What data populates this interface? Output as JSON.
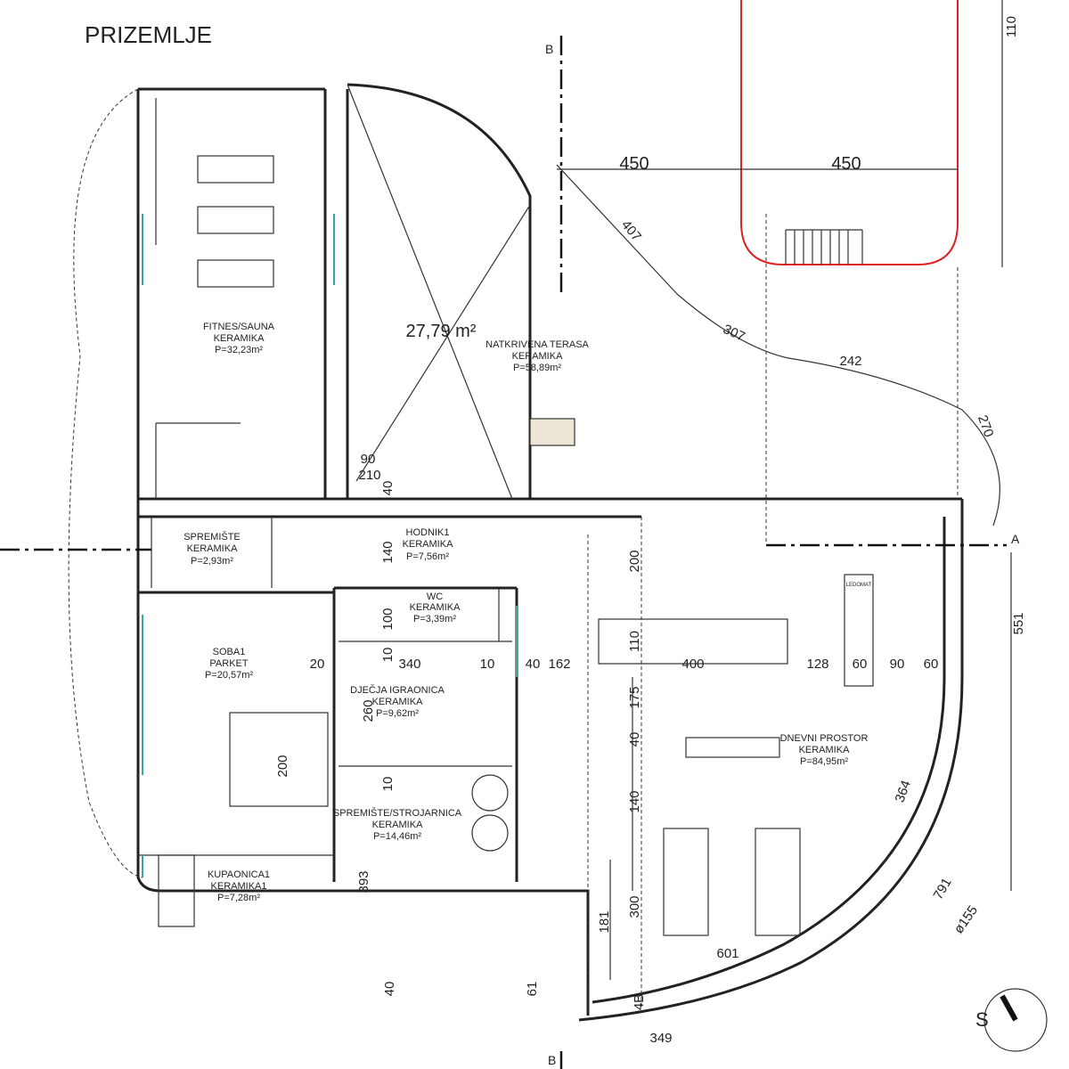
{
  "title": "PRIZEMLJE",
  "terrace_area": "27,79 m²",
  "rooms": [
    {
      "name": "FITNES/SAUNA",
      "floor": "KERAMIKA",
      "area": "P=32,23m²"
    },
    {
      "name": "NATKRIVENA TERASA",
      "floor": "KERAMIKA",
      "area": "P=58,89m²"
    },
    {
      "name": "SPREMIŠTE",
      "floor": "KERAMIKA",
      "area": "P=2,93m²"
    },
    {
      "name": "HODNIK1",
      "floor": "KERAMIKA",
      "area": "P=7,56m²"
    },
    {
      "name": "WC",
      "floor": "KERAMIKA",
      "area": "P=3,39m²"
    },
    {
      "name": "SOBA1",
      "floor": "PARKET",
      "area": "P=20,57m²"
    },
    {
      "name": "DJEČJA IGRAONICA",
      "floor": "KERAMIKA",
      "area": "P=9,62m²"
    },
    {
      "name": "SPREMIŠTE/STROJARNICA",
      "floor": "KERAMIKA",
      "area": "P=14,46m²"
    },
    {
      "name": "KUPAONICA1",
      "floor": "KERAMIKA1",
      "area": "P=7,28m²"
    },
    {
      "name": "DNEVNI PROSTOR",
      "floor": "KERAMIKA",
      "area": "P=84,95m²"
    }
  ],
  "dimensions": {
    "top_a": "450",
    "top_b": "450",
    "top_right": "110",
    "curve_1": "407",
    "curve_2": "307",
    "curve_3": "242",
    "curve_4": "270",
    "right": "551",
    "radius": "364",
    "arc": "791",
    "diameter": "ø155",
    "bottom_1": "601",
    "bottom_2": "349",
    "d90": "90",
    "d210": "210",
    "d40": "40",
    "d140": "140",
    "d20": "20",
    "d340": "340",
    "d10a": "10",
    "d10b": "10",
    "d40b": "40",
    "d162": "162",
    "d400": "400",
    "d128": "128",
    "d60a": "60",
    "d90b": "90",
    "d60b": "60",
    "d200": "200",
    "d110": "110",
    "d175": "175",
    "d40c": "40",
    "d140b": "140",
    "d300": "300",
    "d181": "181",
    "d393": "393",
    "d260": "260",
    "d10c": "10",
    "d200bed": "200",
    "d100": "100",
    "d61": "61",
    "d4b": "4B",
    "d40d": "40"
  },
  "labels": {
    "ledomat": "LEDOMAT",
    "section_a": "A",
    "section_b_top": "B",
    "section_b_bottom": "B",
    "compass": "S"
  }
}
